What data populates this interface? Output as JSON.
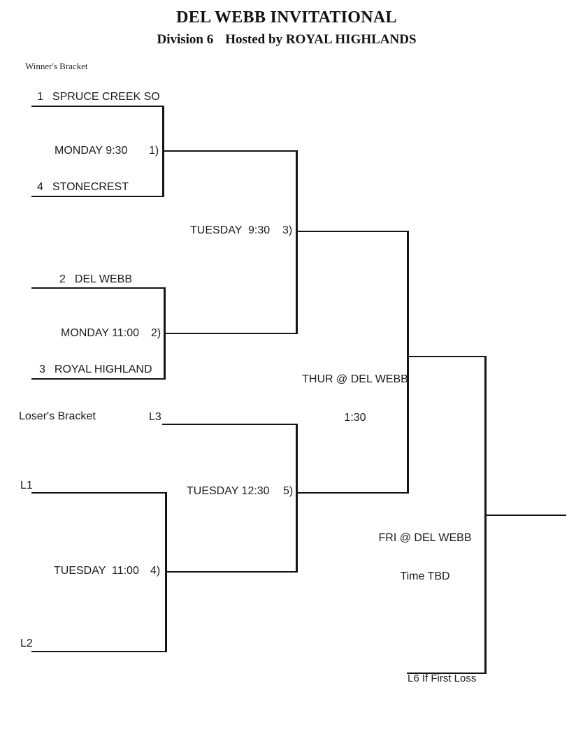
{
  "page": {
    "title": "DEL WEBB INVITATIONAL",
    "division": "Division 6",
    "host_note": "Hosted by ROYAL HIGHLANDS"
  },
  "winners_bracket": {
    "label": "Winner's Bracket",
    "teams": [
      {
        "seed": "1",
        "name": "SPRUCE CREEK SO"
      },
      {
        "seed": "4",
        "name": "STONECREST"
      },
      {
        "seed": "2",
        "name": "DEL WEBB"
      },
      {
        "seed": "3",
        "name": "ROYAL HIGHLAND"
      }
    ],
    "games": [
      {
        "schedule": "MONDAY 9:30",
        "number": "1)"
      },
      {
        "schedule": "MONDAY 11:00",
        "number": "2)"
      },
      {
        "schedule": "TUESDAY  9:30",
        "number": "3)"
      }
    ],
    "semifinal": {
      "schedule": "THUR @ DEL WEBB",
      "time": "1:30"
    }
  },
  "losers_bracket": {
    "label": "Loser's Bracket",
    "feeders": {
      "l1": "L1",
      "l2": "L2",
      "l3": "L3"
    },
    "games": [
      {
        "schedule": "TUESDAY  11:00",
        "number": "4)"
      },
      {
        "schedule": "TUESDAY 12:30",
        "number": "5)"
      }
    ]
  },
  "championship": {
    "schedule": "FRI @ DEL WEBB",
    "time": "Time TBD",
    "l6_note": "L6 If First Loss"
  }
}
